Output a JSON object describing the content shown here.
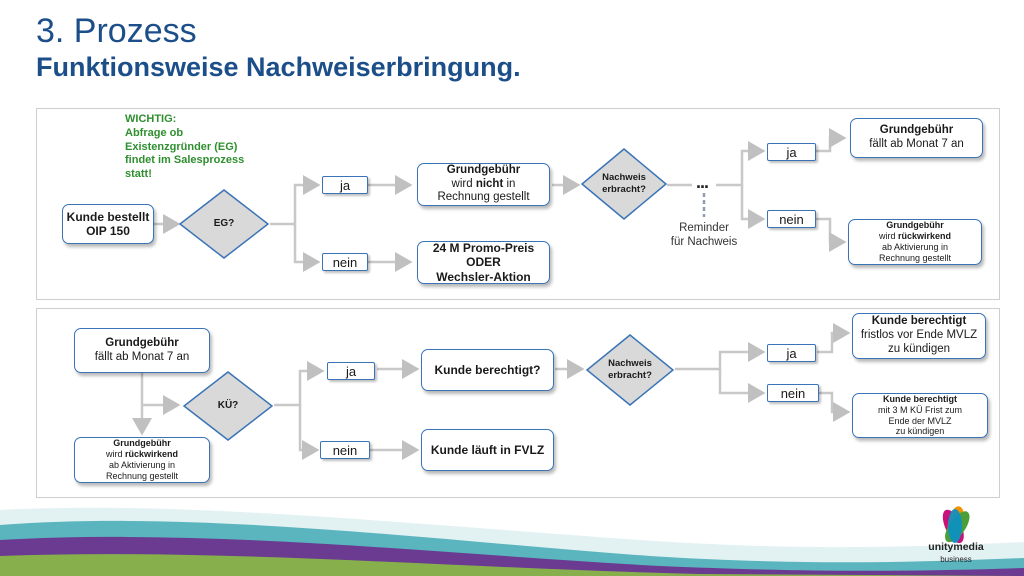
{
  "header": {
    "title": "3. Prozess",
    "subtitle": "Funktionsweise Nachweiserbringung."
  },
  "top": {
    "note": [
      "WICHTIG:",
      "Abfrage ob",
      "Existenzgründer (EG)",
      "findet im Salesprozess",
      "statt!"
    ],
    "start": [
      "Kunde bestellt",
      "OIP 150"
    ],
    "decision": "EG?",
    "ja": "ja",
    "nein": "nein",
    "box_ja": {
      "l1": "Grundgebühr",
      "l2_pre": "wird ",
      "l2_bold": "nicht",
      "l2_post": " in",
      "l3": "Rechnung gestellt"
    },
    "box_nein": [
      "24 M Promo-Preis",
      "ODER",
      "Wechsler-Aktion"
    ],
    "nachweis": [
      "Nachweis",
      "erbracht?"
    ],
    "dots": "...",
    "reminder": [
      "Reminder",
      "für Nachweis"
    ],
    "ja2": "ja",
    "nein2": "nein",
    "box_right_ja": [
      "Grundgebühr",
      "fällt ab Monat 7 an"
    ],
    "box_right_nein": {
      "l1": "Grundgebühr",
      "l2_pre": "wird ",
      "l2_bold": "rückwirkend",
      "l3": "ab Aktivierung in",
      "l4": "Rechnung gestellt"
    }
  },
  "bottom": {
    "start": [
      "Grundgebühr",
      "fällt ab Monat 7 an"
    ],
    "decision": "KÜ?",
    "below": {
      "l1": "Grundgebühr",
      "l2_pre": "wird ",
      "l2_bold": "rückwirkend",
      "l3": "ab Aktivierung in",
      "l4": "Rechnung gestellt"
    },
    "ja": "ja",
    "nein": "nein",
    "box_ja": "Kunde berechtigt?",
    "box_nein": "Kunde läuft in FVLZ",
    "nachweis": [
      "Nachweis",
      "erbracht?"
    ],
    "ja2": "ja",
    "nein2": "nein",
    "box_right_ja": [
      "Kunde berechtigt",
      "fristlos vor Ende MVLZ",
      "zu kündigen"
    ],
    "box_right_nein": [
      "Kunde berechtigt",
      "mit 3 M KÜ Frist zum",
      "Ende der  MVLZ",
      "zu kündigen"
    ]
  },
  "brand": {
    "name": "unitymedia",
    "sub": "business"
  },
  "colors": {
    "title": "#1c4f8a",
    "box_border": "#3a74b6",
    "connector": "#c8c8c8",
    "diamond_fill": "#d9d9d9",
    "note_green": "#2f8f2f"
  }
}
